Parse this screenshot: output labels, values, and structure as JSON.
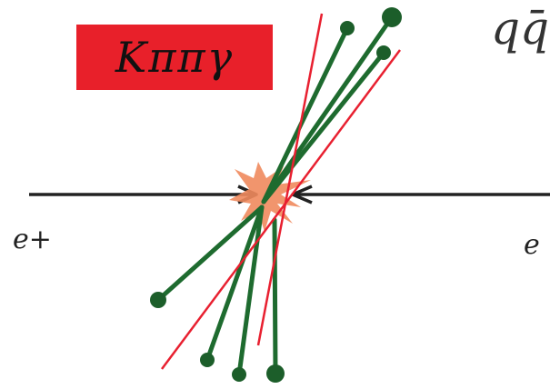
{
  "process_label": {
    "text": "Kππγ",
    "background": "#e8202a"
  },
  "final_state_label": "qq̄",
  "beams": {
    "left_label": "e+",
    "right_label": "e"
  },
  "colors": {
    "beam_line": "#222222",
    "track": "#1e6b2f",
    "track_end": "#1c5e2a",
    "jet_axis": "#e82030",
    "vertex_burst": "#f08a5d"
  }
}
